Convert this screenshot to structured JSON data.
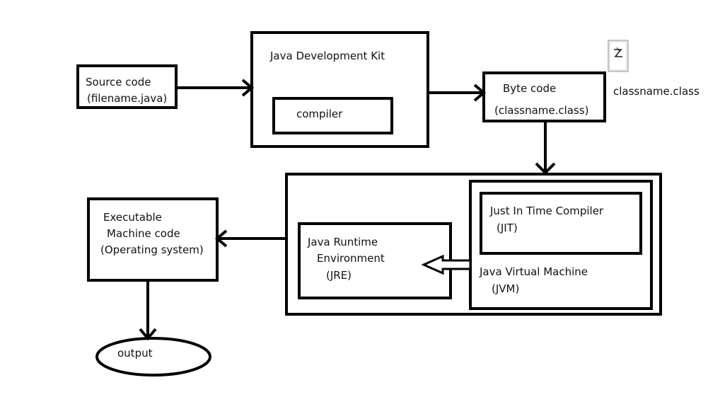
{
  "source": {
    "line1": "Source code",
    "line2": "(filename.java)"
  },
  "jdk": {
    "title": "Java Development Kit",
    "compiler": "compiler"
  },
  "bytecode": {
    "line1": "Byte code",
    "line2": "(classname.class)"
  },
  "class_file": {
    "label": "classname.class",
    "icon": "class-file-icon"
  },
  "jit": {
    "line1": "Just In Time Compiler",
    "line2": "(JIT)"
  },
  "jvm": {
    "line1": "Java Virtual Machine",
    "line2": "(JVM)"
  },
  "jre": {
    "line1": "Java Runtime",
    "line2": "Environment",
    "line3": "(JRE)"
  },
  "exec": {
    "line1": "Executable",
    "line2": "Machine code",
    "line3": "(Operating system)"
  },
  "output": {
    "label": "output"
  },
  "colors": {
    "stroke": "#000000",
    "background": "#ffffff",
    "text": "#111111"
  }
}
